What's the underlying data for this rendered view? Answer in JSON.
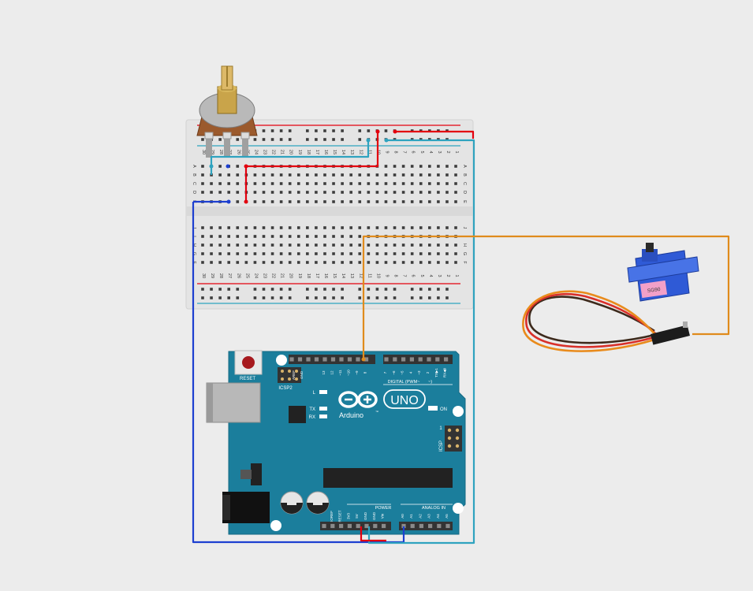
{
  "breadboard": {
    "top_numbers": [
      "30",
      "29",
      "28",
      "27",
      "26",
      "25",
      "24",
      "23",
      "22",
      "21",
      "20",
      "19",
      "18",
      "17",
      "16",
      "15",
      "14",
      "13",
      "12",
      "11",
      "10",
      "9",
      "8",
      "7",
      "6",
      "5",
      "4",
      "3",
      "2",
      "1"
    ],
    "bottom_numbers": [
      "30",
      "29",
      "28",
      "27",
      "26",
      "25",
      "24",
      "23",
      "22",
      "21",
      "20",
      "19",
      "18",
      "17",
      "16",
      "15",
      "14",
      "13",
      "12",
      "11",
      "10",
      "9",
      "8",
      "7",
      "6",
      "5",
      "4",
      "3",
      "2",
      "1"
    ],
    "top_row_letters": [
      "A",
      "B",
      "C",
      "D",
      "E"
    ],
    "bottom_row_letters": [
      "F",
      "G",
      "H",
      "I",
      "J"
    ]
  },
  "arduino": {
    "reset_label": "RESET",
    "icsp2_label": "ICSP2",
    "icsp_label": "ICSP",
    "icsp_pin1": "1",
    "aref_label": "AREF",
    "gnd_label": "GND",
    "digital_numbers": [
      "13",
      "12",
      "~11",
      "~10",
      "~9",
      "8",
      "7",
      "~6",
      "~5",
      "4",
      "~3",
      "2",
      "TX▶1",
      "RX◀0"
    ],
    "digital_label": "DIGITAL (PWM~",
    "l_label": "L",
    "tx_label": "TX",
    "rx_label": "RX",
    "brand": "Arduino",
    "tm": "™",
    "model": "UNO",
    "on_label": "ON",
    "power_label": "POWER",
    "analog_label": "ANALOG IN",
    "power_pins": [
      "IOREF",
      "RESET",
      "3V3",
      "5V",
      "GND",
      "GND",
      "Vin"
    ],
    "analog_pins": [
      "A0",
      "A1",
      "A2",
      "A3",
      "A4",
      "A5"
    ]
  },
  "servo": {
    "model_label": "SG90"
  },
  "colors": {
    "background": "#ececec",
    "breadboard": "#e4e4e4",
    "board": "#1b7e9c",
    "red_wire": "#e3000f",
    "teal_wire": "#2fa3bf",
    "blue_wire": "#1d3fd0",
    "orange_wire": "#e08b1c",
    "servo_body": "#2f5ad6"
  }
}
